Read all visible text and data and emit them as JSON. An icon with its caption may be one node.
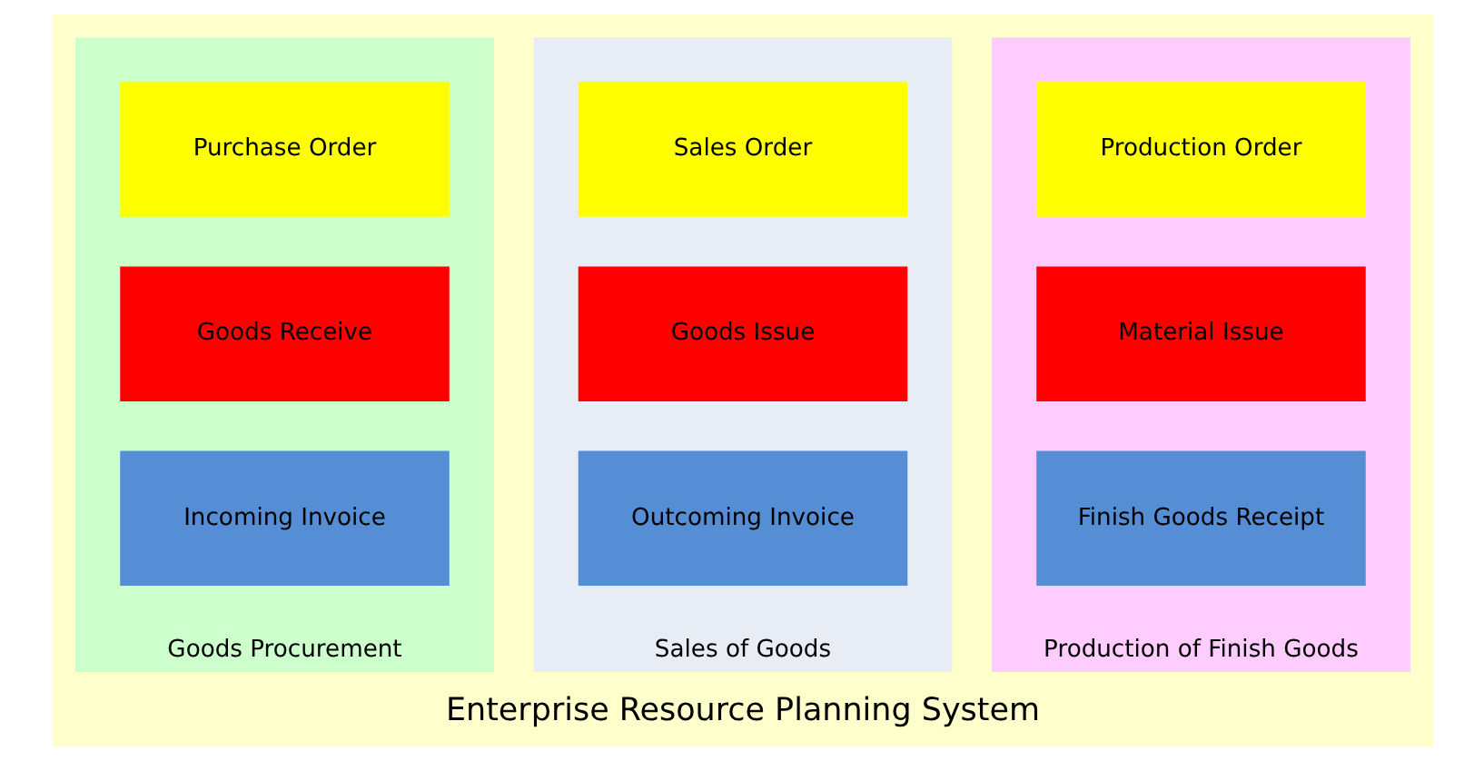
{
  "diagram": {
    "title": "Enterprise Resource Planning System",
    "nodes": [
      {
        "text": [
          "Goods Procurement"
        ]
      },
      {
        "text": [
          "Purchase Order"
        ],
        "in": 0
      },
      {
        "text": [
          "Goods Receive"
        ],
        "in": 0
      },
      {
        "text": [
          "Incoming Invoice"
        ],
        "in": 0
      },
      {
        "text": [
          "Sales of Goods"
        ]
      },
      {
        "text": [
          "Sales Order"
        ],
        "in": 4
      },
      {
        "text": [
          "Goods Issue"
        ],
        "in": 4
      },
      {
        "text": [
          "Outcoming Invoice"
        ],
        "in": 4
      },
      {
        "text": [
          "Production of Finish Goods"
        ]
      },
      {
        "text": [
          "Production Order"
        ],
        "in": 8
      },
      {
        "text": [
          "Material Issue"
        ],
        "in": 8
      },
      {
        "text": [
          "Finish Goods Receipt"
        ],
        "in": 8
      }
    ]
  }
}
